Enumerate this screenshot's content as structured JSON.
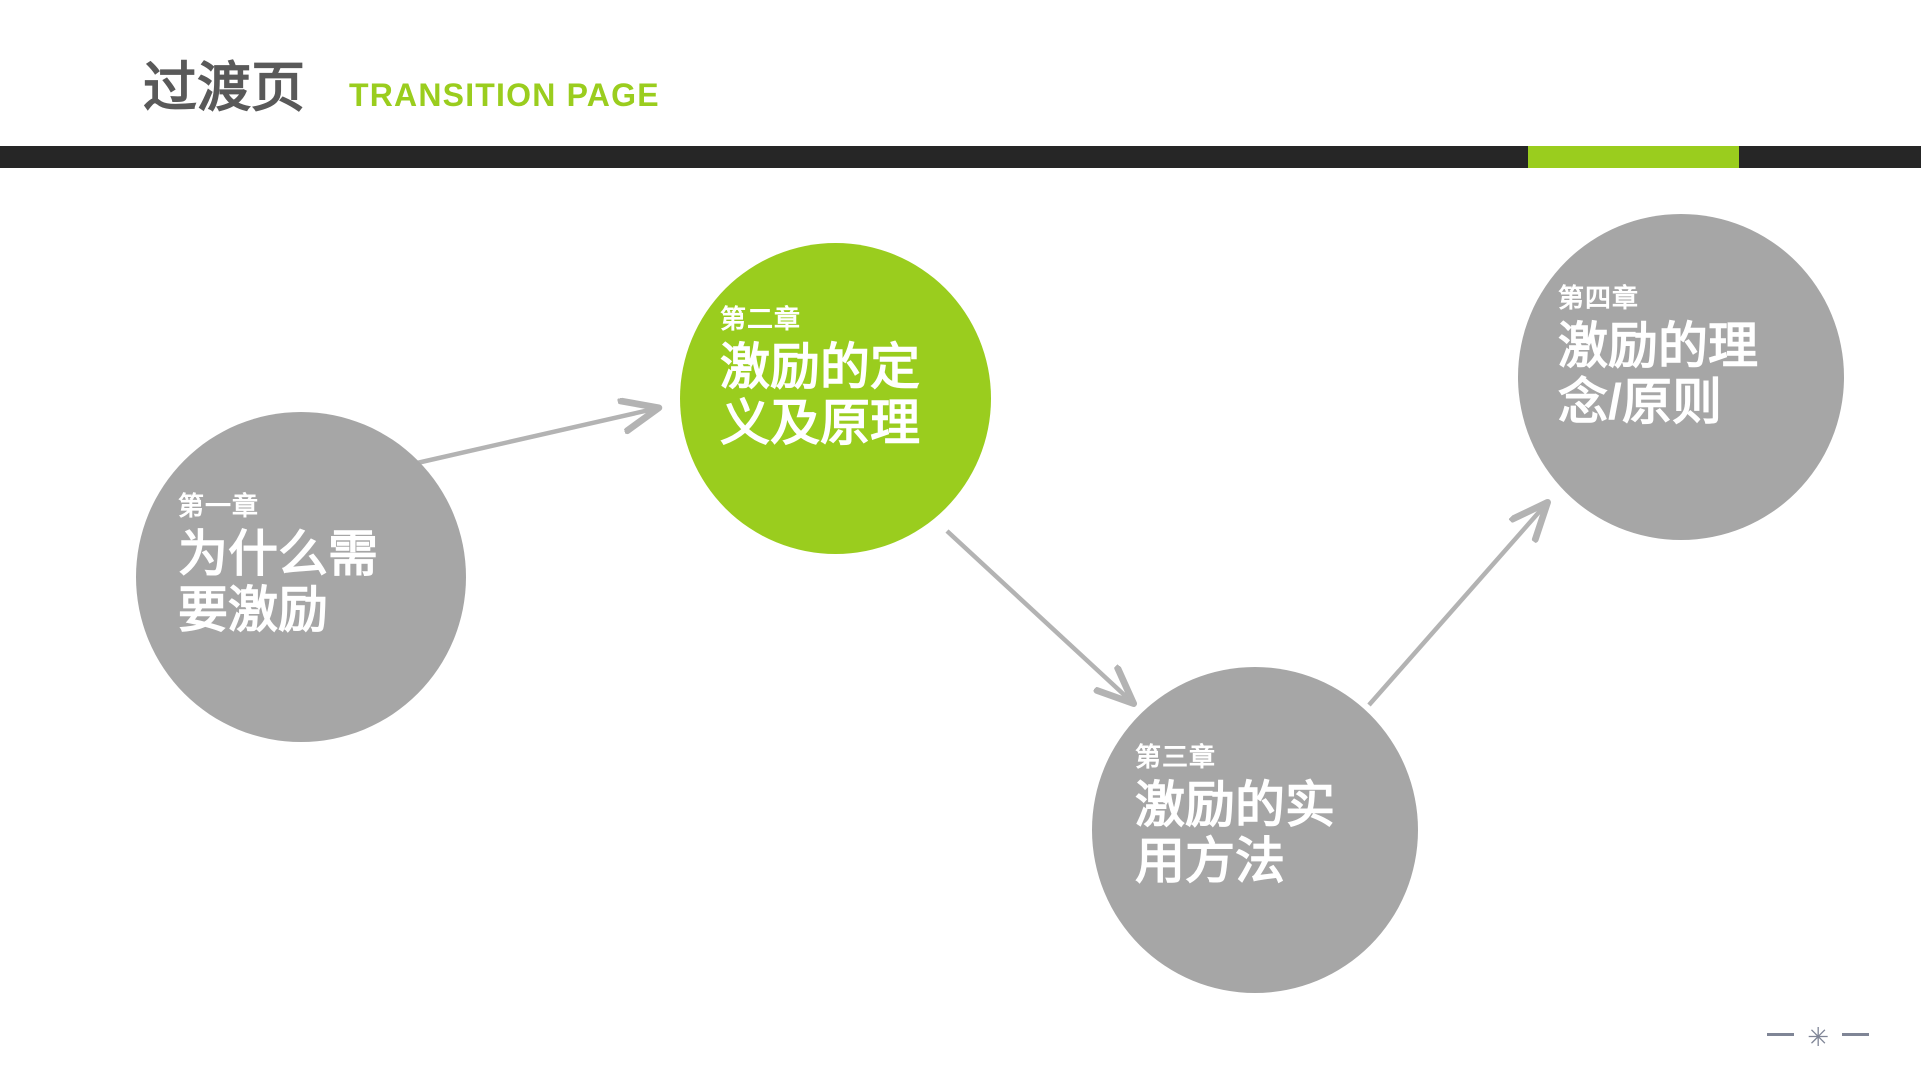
{
  "header": {
    "title_cn": "过渡页",
    "title_en": "TRANSITION PAGE",
    "title_color": "#595959",
    "accent_color": "#9acd1e",
    "bar_color": "#262626"
  },
  "diagram": {
    "type": "circular-flow",
    "node_gray": "#a6a6a6",
    "node_green": "#9acd1e",
    "arrow_color": "#b3b3b3",
    "nodes": [
      {
        "id": "node-1",
        "chapter": "第一章",
        "title": "为什么需\n要激励",
        "color": "#a6a6a6",
        "highlighted": false
      },
      {
        "id": "node-2",
        "chapter": "第二章",
        "title": "激励的定\n义及原理",
        "color": "#9acd1e",
        "highlighted": true
      },
      {
        "id": "node-3",
        "chapter": "第三章",
        "title": "激励的实\n用方法",
        "color": "#a6a6a6",
        "highlighted": false
      },
      {
        "id": "node-4",
        "chapter": "第四章",
        "title": "激励的理\n念/原则",
        "color": "#a6a6a6",
        "highlighted": false
      }
    ],
    "connections": [
      {
        "from": "node-1",
        "to": "node-2"
      },
      {
        "from": "node-2",
        "to": "node-3"
      },
      {
        "from": "node-3",
        "to": "node-4"
      }
    ]
  },
  "footer": {
    "page_mark_star": "✳",
    "page_mark_color": "#7f8596"
  }
}
